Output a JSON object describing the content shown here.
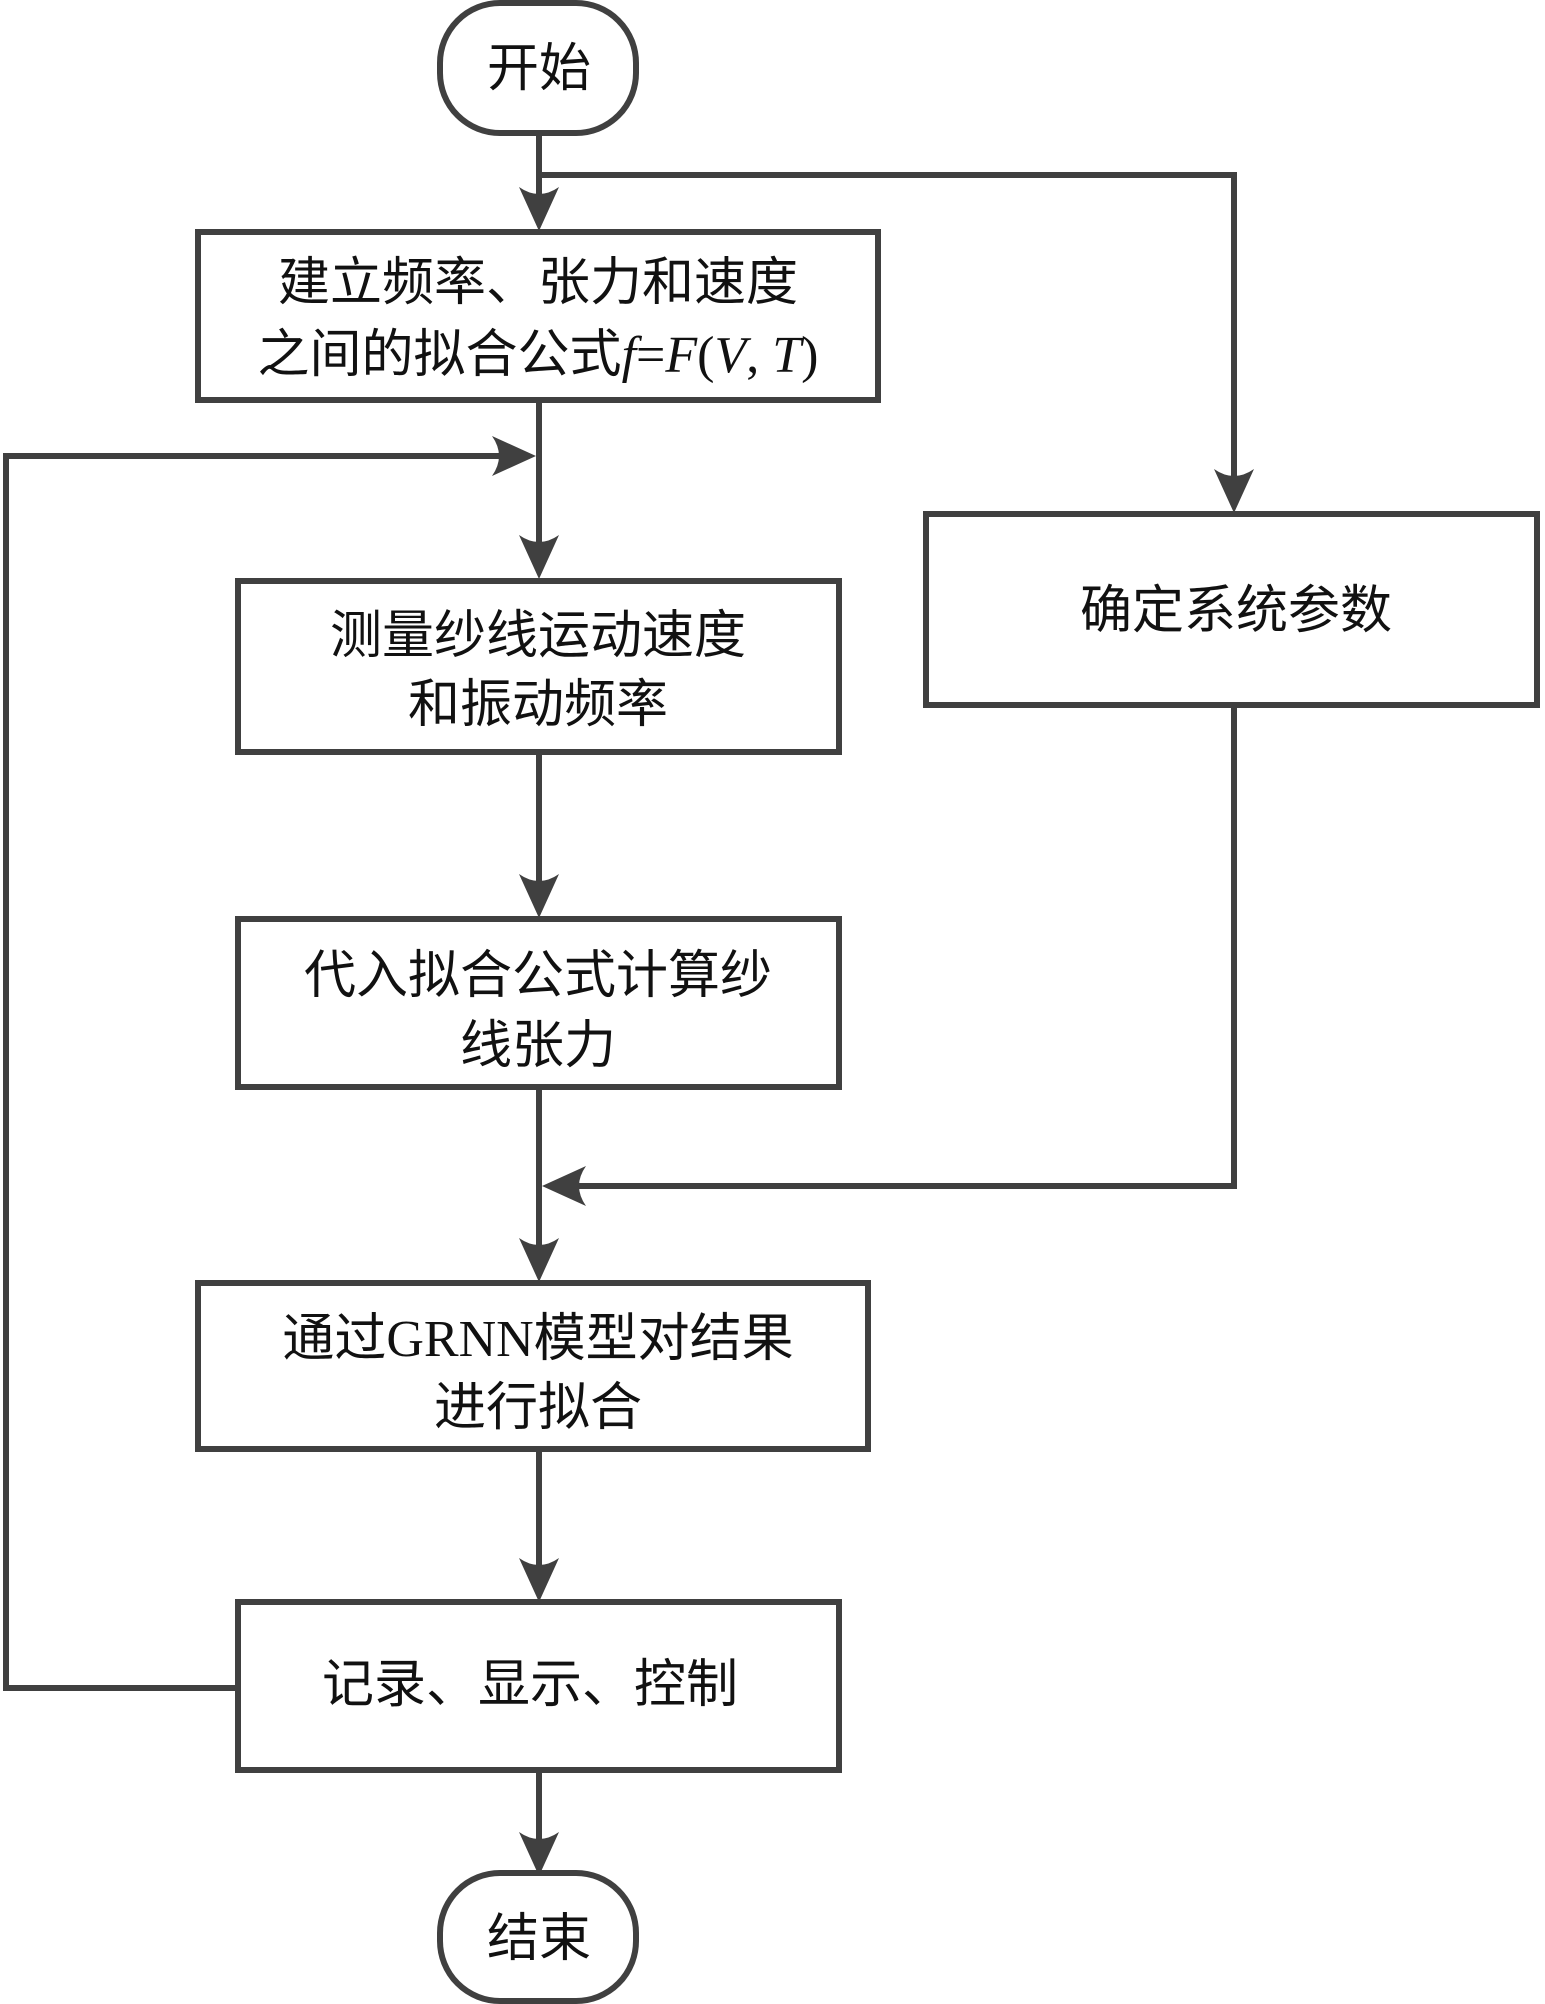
{
  "diagram": {
    "type": "flowchart",
    "colors": {
      "stroke": "#404040",
      "text": "#111111",
      "background": "#ffffff"
    },
    "nodes": {
      "start": {
        "kind": "terminator",
        "lines": [
          "开始"
        ]
      },
      "fit_formula": {
        "kind": "process",
        "lines": [
          "建立频率、张力和速度",
          "之间的拟合公式"
        ],
        "formula": {
          "lhs": "f",
          "eq": "=",
          "fn": "F",
          "open": "(",
          "arg1": "V",
          "sep": ", ",
          "arg2": "T",
          "close": ")"
        }
      },
      "system_params": {
        "kind": "process",
        "lines": [
          "确定系统参数"
        ]
      },
      "measure": {
        "kind": "process",
        "lines": [
          "测量纱线运动速度",
          "和振动频率"
        ]
      },
      "compute_tension": {
        "kind": "process",
        "lines": [
          "代入拟合公式计算纱",
          "线张力"
        ]
      },
      "grnn_fit": {
        "kind": "process",
        "lines": [
          "通过GRNN模型对结果",
          "进行拟合"
        ]
      },
      "record": {
        "kind": "process",
        "lines": [
          "记录、显示、控制"
        ]
      },
      "end": {
        "kind": "terminator",
        "lines": [
          "结束"
        ]
      }
    },
    "edges": [
      {
        "from": "start",
        "to": "fit_formula"
      },
      {
        "from": "start",
        "to": "system_params"
      },
      {
        "from": "fit_formula",
        "to": "measure"
      },
      {
        "from": "measure",
        "to": "compute_tension"
      },
      {
        "from": "compute_tension",
        "to": "grnn_fit"
      },
      {
        "from": "system_params",
        "to": "grnn_fit"
      },
      {
        "from": "grnn_fit",
        "to": "record"
      },
      {
        "from": "record",
        "to": "measure",
        "note": "loop-back"
      },
      {
        "from": "record",
        "to": "end"
      }
    ]
  }
}
